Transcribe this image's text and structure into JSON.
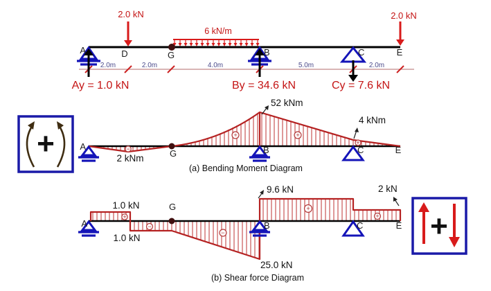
{
  "colors": {
    "diagram_red": "#b52222",
    "load_red": "#d81b1b",
    "support_blue": "#1414b8",
    "box_blue": "#1a1aa8",
    "text_red": "#c41414",
    "dim_text": "#4c4c8c",
    "black": "#111111"
  },
  "top": {
    "load_d": "2.0 kN",
    "load_e": "2.0 kN",
    "udl": "6 kN/m",
    "dims": [
      "2.0m",
      "2.0m",
      "4.0m",
      "5.0m",
      "2.0m"
    ],
    "reaction_a": "Ay = 1.0 kN",
    "reaction_b": "By = 34.6 kN",
    "reaction_c": "Cy = 7.6 kN",
    "nodes": {
      "a": "A",
      "d": "D",
      "g": "G",
      "b": "B",
      "c": "C",
      "e": "E"
    }
  },
  "bmd": {
    "caption": "(a) Bending Moment Diagram",
    "peak": "52 kNm",
    "at_c": "4 kNm",
    "dip": "2 kNm",
    "signs": {
      "dip": "−",
      "g_b": "+",
      "b_c": "+",
      "c_e": "+"
    },
    "nodes": {
      "a": "A",
      "g": "G",
      "b": "B",
      "c": "C",
      "e": "E"
    }
  },
  "sfd": {
    "caption": "(b) Shear force Diagram",
    "v_ad": "1.0 kN",
    "v_dg": "1.0 kN",
    "v_min": "25.0 kN",
    "v_bc": "9.6 kN",
    "v_ce": "2 kN",
    "signs": {
      "a_d": "+",
      "d_g": "−",
      "g_b": "−",
      "b_c": "+",
      "c_e": "+"
    },
    "nodes": {
      "a": "A",
      "g": "G",
      "b": "B",
      "c": "C",
      "e": "E"
    }
  },
  "sign_boxes": {
    "moment_plus": "+",
    "shear_plus": "+"
  }
}
